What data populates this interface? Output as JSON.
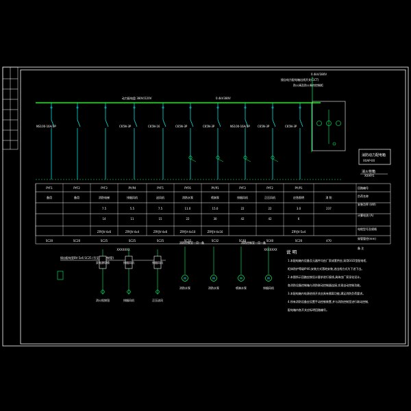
{
  "colors": {
    "background": "#000000",
    "frame": "#ffffff",
    "busbar": "#00ff00",
    "feeder": "#00ffff",
    "equipment": "#00ff66",
    "table": "#ffffff",
    "notes": "#ffffff"
  },
  "supply": {
    "line1": "0.4kV/380V",
    "line2": "接自电力配电箱出线开关(GCT)",
    "line3": "防火阀及防火卷帘控制柜",
    "bus_label_left": "动力配电盘 380V/220V",
    "bus_label_right": "0.4kV380V",
    "cabinet_name_lines": [
      "消防动力配电箱",
      "XXAP-XX"
    ],
    "cabinet_caption": "消火栓箱",
    "cabinet_sub": "XXAP/1"
  },
  "feeders": [
    {
      "breaker": "NS100-16A/3P"
    },
    {
      "breaker": ""
    },
    {
      "breaker": ""
    },
    {
      "breaker": "C65N-3P"
    },
    {
      "breaker": "C65N-16"
    },
    {
      "breaker": "C65N-3P"
    },
    {
      "breaker": "C65N-3P"
    },
    {
      "breaker": "NS100-16A/3P"
    },
    {
      "breaker": "C65N-3P"
    },
    {
      "breaker": "C65N-3P"
    }
  ],
  "table": {
    "headers": [
      "回路编号",
      "负荷名称",
      "安装功率 (kW)",
      "计算电流 (A)",
      "电缆型号及规格",
      "穿管管径(mm)",
      "备 注"
    ],
    "circuits": [
      "PYF1",
      "PYF2",
      "PYF3",
      "PY/P4",
      "PYF5",
      "PYF6",
      "PY/P1",
      "PYF3",
      "PYF2",
      "PY/P1"
    ],
    "loads": [
      "备用",
      "备用",
      "消防电梯",
      "排烟风机",
      "送风机",
      "消防水泵",
      "喷淋泵",
      "排烟风机",
      "正压风机",
      "应急照明"
    ],
    "last_col": [
      "消 防"
    ],
    "power": [
      "",
      "",
      "7.5",
      "5.5",
      "7.5",
      "11.0",
      "15.0",
      "22",
      "22",
      "3.0"
    ],
    "current": [
      "",
      "",
      "14",
      "11",
      "15",
      "22",
      "30",
      "42",
      "42",
      "6"
    ],
    "totals": [
      "237",
      "470"
    ],
    "cables": [
      "",
      "",
      "ZRYJV-4x6",
      "ZRYJV-4x4",
      "ZRYJV-4x6",
      "ZRYJV-4x10",
      "ZRYJV-4x16",
      "",
      "",
      "ZRYJV-5x4"
    ],
    "conduits": [
      "SC20",
      "SC20",
      "SC25",
      "SC25",
      "SC25",
      "SC32",
      "SC32",
      "SC40",
      "SC40",
      "SC20"
    ],
    "group_labels": [
      "XXXXXXX",
      "XXXXXXX"
    ]
  },
  "lower": {
    "cable_note": "接自配电室BV-5x6 SC25 (引至消防控制室)",
    "header_left": "消防控制室一用一备",
    "header_right": "消防控制室一用一备",
    "panels": [
      "双电源切换",
      "排烟风机",
      "排烟风机"
    ],
    "pump_labels": [
      "消防水泵",
      "消防水泵",
      "喷淋水泵",
      "排烟风机"
    ],
    "panel_captions": [
      "消火栓按钮",
      "排烟风机",
      "正压送风"
    ]
  },
  "notes": {
    "title": "说 明",
    "items": [
      "1.本配电箱内设备及元器件均由厂家成套供应,采用GGD型配电柜,",
      "  柜体防护等级IP40,安装方式落地安装,进出线方式为下进下出。",
      "2.本图所示回路应按设计要求进行接线,具体由厂家深化设计。",
      "  各消防设备控制箱与消防联动控制器连接,实现自动控制功能。",
      "3.本配电箱内电源进线开关应具有隔离功能,满足消防负荷要求。",
      "4.所有消防设备应设置手动控制装置,并与消防控制室进行联动控制,",
      "  配电箱内各开关应标明回路编号。"
    ]
  }
}
